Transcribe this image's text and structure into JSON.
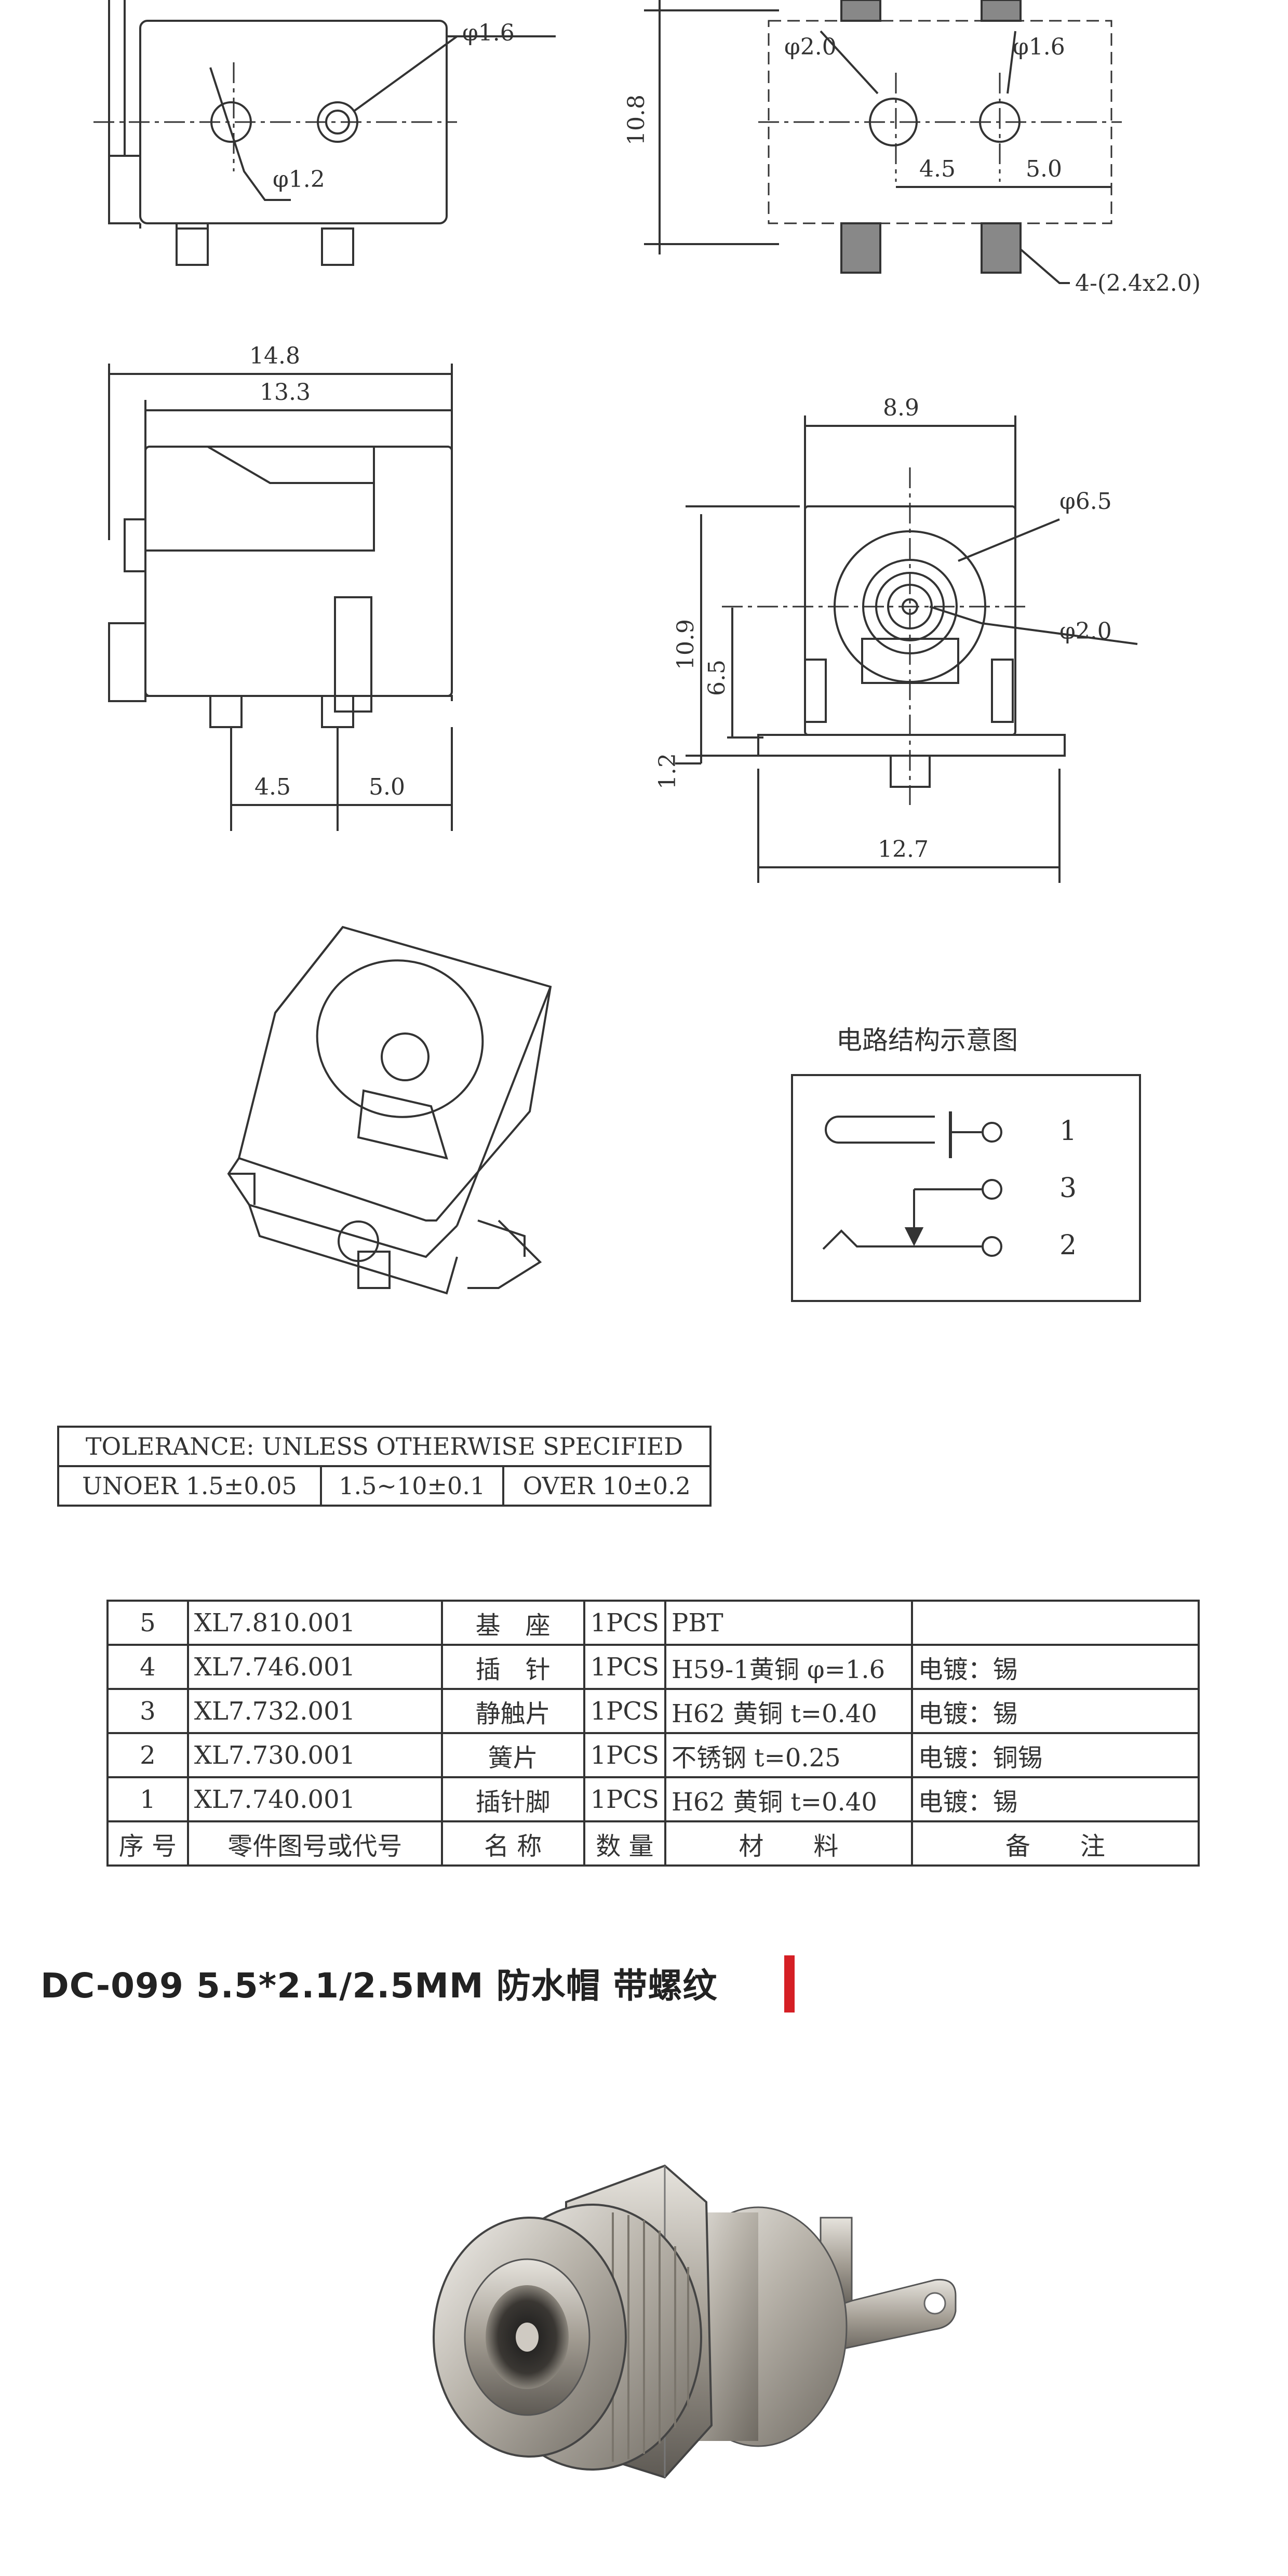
{
  "drawing": {
    "top_left": {
      "phi_outer": "φ1.6",
      "phi_inner": "φ1.2"
    },
    "top_right": {
      "height": "10.8",
      "phi_left": "φ2.0",
      "phi_right": "φ1.6",
      "dim_a": "4.5",
      "dim_b": "5.0",
      "pads": "4-(2.4x2.0)"
    },
    "side_view": {
      "width_outer": "14.8",
      "width_inner": "13.3",
      "dim_a": "4.5",
      "dim_b": "5.0"
    },
    "front_view": {
      "width_top": "8.9",
      "phi_outer": "φ6.5",
      "phi_inner": "φ2.0",
      "height_total": "10.9",
      "height_center": "6.5",
      "height_base": "1.2",
      "width_bottom": "12.7"
    },
    "schematic": {
      "title": "电路结构示意图",
      "pin1": "1",
      "pin3": "3",
      "pin2": "2"
    }
  },
  "tolerance": {
    "header": "TOLERANCE: UNLESS OTHERWISE SPECIFIED",
    "cells": [
      "UNOER 1.5±0.05",
      "1.5~10±0.1",
      "OVER 10±0.2"
    ]
  },
  "parts": {
    "rows": [
      {
        "no": "5",
        "code": "XL7.810.001",
        "name": "基　座",
        "qty": "1PCS",
        "material": "PBT",
        "note": ""
      },
      {
        "no": "4",
        "code": "XL7.746.001",
        "name": "插　针",
        "qty": "1PCS",
        "material": "H59-1黄铜 φ=1.6",
        "note": "电镀：锡"
      },
      {
        "no": "3",
        "code": "XL7.732.001",
        "name": "静触片",
        "qty": "1PCS",
        "material": "H62 黄铜 t=0.40",
        "note": "电镀：锡"
      },
      {
        "no": "2",
        "code": "XL7.730.001",
        "name": "簧片",
        "qty": "1PCS",
        "material": "不锈钢 t=0.25",
        "note": "电镀：铜锡"
      },
      {
        "no": "1",
        "code": "XL7.740.001",
        "name": "插针脚",
        "qty": "1PCS",
        "material": "H62 黄铜 t=0.40",
        "note": "电镀：锡"
      }
    ],
    "header": {
      "no": "序 号",
      "code": "零件图号或代号",
      "name": "名 称",
      "qty": "数 量",
      "material": "材　　料",
      "note": "备　　注"
    }
  },
  "product": {
    "title": "DC-099 5.5*2.1/2.5MM 防水帽 带螺纹",
    "accent": "#d51f25"
  }
}
